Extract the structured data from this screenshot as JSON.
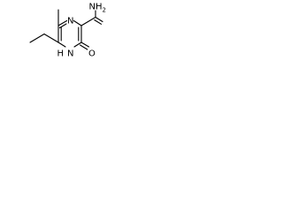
{
  "molecule": {
    "labels": {
      "ring_n_top": "N",
      "amide_nh2_n": "NH",
      "amide_nh2_sub": "2",
      "ring_nh_n": "N",
      "ring_nh_h": "H",
      "carbonyl_o": "O"
    }
  }
}
